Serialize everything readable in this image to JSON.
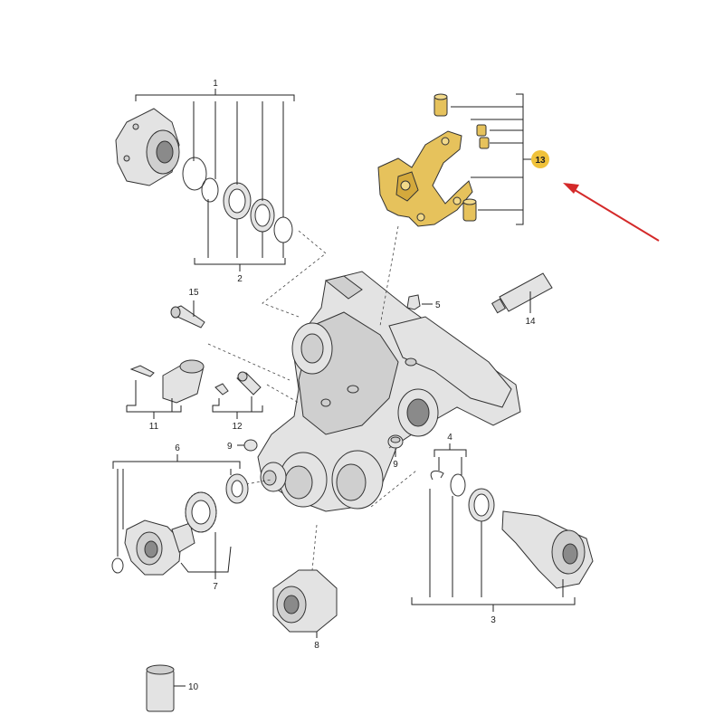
{
  "diagram": {
    "labels": {
      "p1": "1",
      "p2": "2",
      "p3": "3",
      "p4": "4",
      "p5": "5",
      "p6": "6",
      "p7": "7",
      "p8": "8",
      "p9a": "9",
      "p9b": "9",
      "p10": "10",
      "p11": "11",
      "p12": "12",
      "p13": "13",
      "p14": "14",
      "p15": "15"
    },
    "colors": {
      "highlight_part": "#e6c25c",
      "highlight_badge": "#f0c23a",
      "arrow": "#d42a2a",
      "metal": "#e3e3e3"
    }
  }
}
